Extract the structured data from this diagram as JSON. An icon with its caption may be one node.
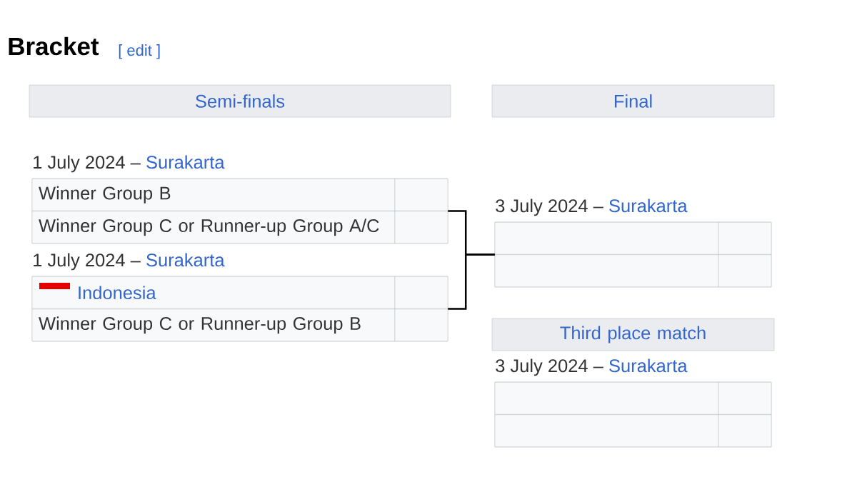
{
  "diagram": {
    "title": "Bracket",
    "nodes": [
      {
        "text": [
          "Semi-finals"
        ]
      },
      {
        "text": [
          "Final"
        ]
      },
      {
        "text": [],
        "shape": "box",
        "beside": [
          "1 July 2024 –",
          "Surakarta"
        ]
      },
      {
        "text": [
          "Winner Group B"
        ],
        "in": 2
      },
      {
        "text": [],
        "shape": "box",
        "in": 2
      },
      {
        "text": [
          "Winner Group C or Runner-up Group A/C"
        ],
        "in": 2
      },
      {
        "text": [],
        "shape": "box",
        "in": 2
      },
      {
        "text": [],
        "shape": "box",
        "beside": [
          "1 July 2024 –",
          "Surakarta"
        ]
      },
      {
        "text": [
          "Indonesia"
        ],
        "in": 7
      },
      {
        "text": [],
        "shape": "box",
        "in": 7
      },
      {
        "text": [
          "Winner Group C or Runner-up Group B"
        ],
        "in": 7
      },
      {
        "text": [],
        "shape": "box",
        "in": 7
      },
      {
        "text": [],
        "shape": "box",
        "beside": [
          "3 July 2024 –",
          "Surakarta"
        ]
      },
      {
        "text": [],
        "shape": "box",
        "in": 12
      },
      {
        "text": [],
        "shape": "box",
        "in": 12
      },
      {
        "text": [],
        "shape": "box",
        "in": 12
      },
      {
        "text": [],
        "shape": "box",
        "in": 12
      },
      {
        "text": [
          "Third place match"
        ]
      },
      {
        "text": [],
        "shape": "box",
        "beside": [
          "3 July 2024 –",
          "Surakarta"
        ]
      },
      {
        "text": [],
        "shape": "box",
        "in": 18
      },
      {
        "text": [],
        "shape": "box",
        "in": 18
      },
      {
        "text": [],
        "shape": "box",
        "in": 18
      },
      {
        "text": [],
        "shape": "box",
        "in": 18
      }
    ],
    "edges": [
      {
        "from": 2,
        "to": 12,
        "arrow": "none"
      },
      {
        "from": 7,
        "to": 12,
        "arrow": "none"
      }
    ],
    "labels": [
      "[ edit ]"
    ]
  }
}
